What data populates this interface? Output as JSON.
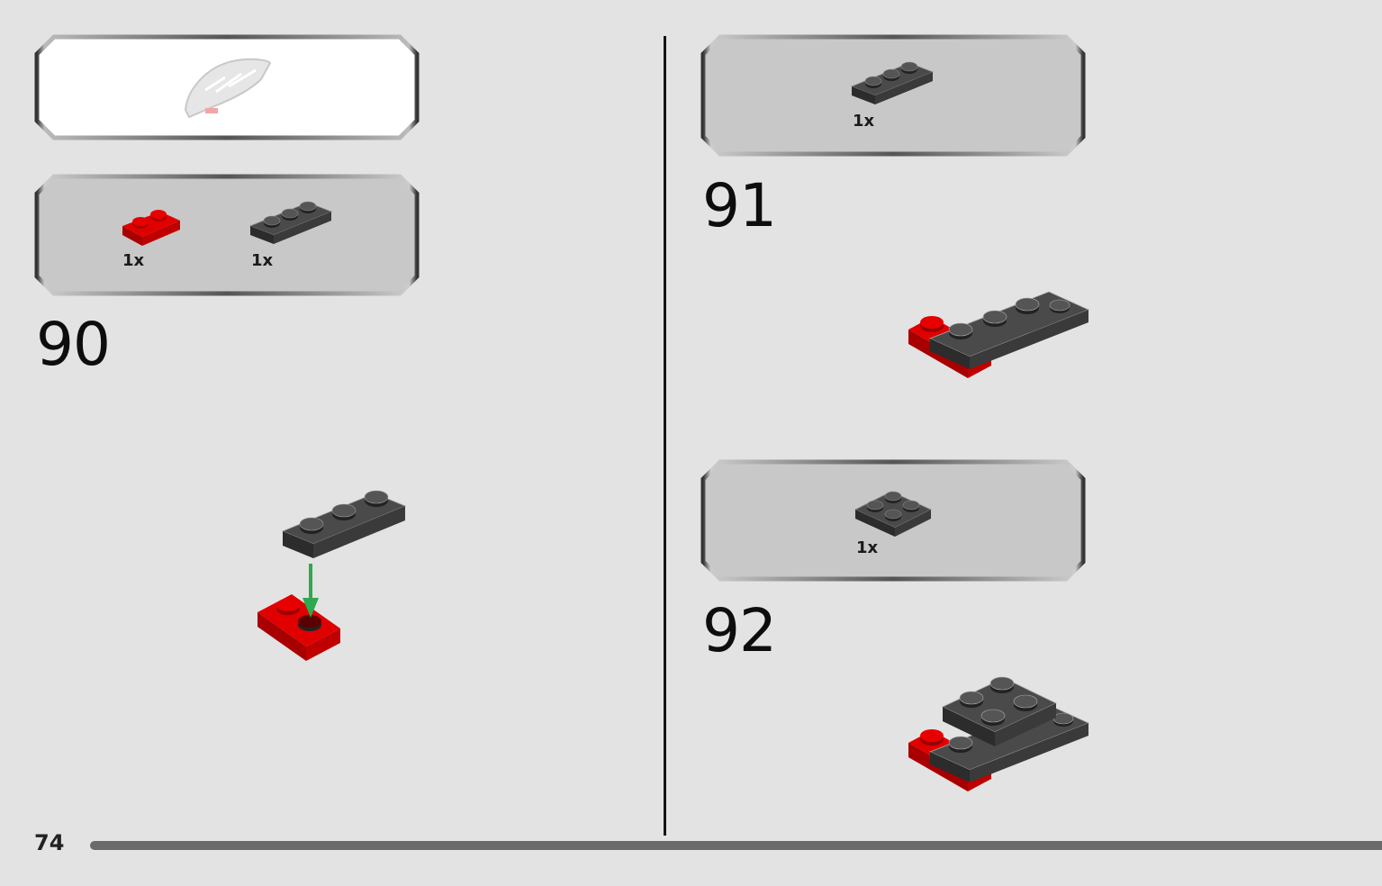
{
  "page": {
    "number": "74"
  },
  "submodel_callout": {
    "kind": "sub-assembly preview"
  },
  "steps": [
    {
      "number": "90",
      "parts": [
        {
          "name": "red-plate-1x2",
          "color": "#d40000",
          "qty": "1x"
        },
        {
          "name": "dark-grey-plate-1x3",
          "color": "#3a3a3a",
          "qty": "1x"
        }
      ]
    },
    {
      "number": "91",
      "parts": [
        {
          "name": "dark-grey-plate-1x3",
          "color": "#3a3a3a",
          "qty": "1x"
        }
      ]
    },
    {
      "number": "92",
      "parts": [
        {
          "name": "dark-grey-plate-2x2",
          "color": "#3a3a3a",
          "qty": "1x"
        }
      ]
    }
  ],
  "colors": {
    "red": "#d40000",
    "dark_grey": "#3a3a3a",
    "arrow_green": "#2fa84f",
    "background": "#e3e3e3"
  }
}
